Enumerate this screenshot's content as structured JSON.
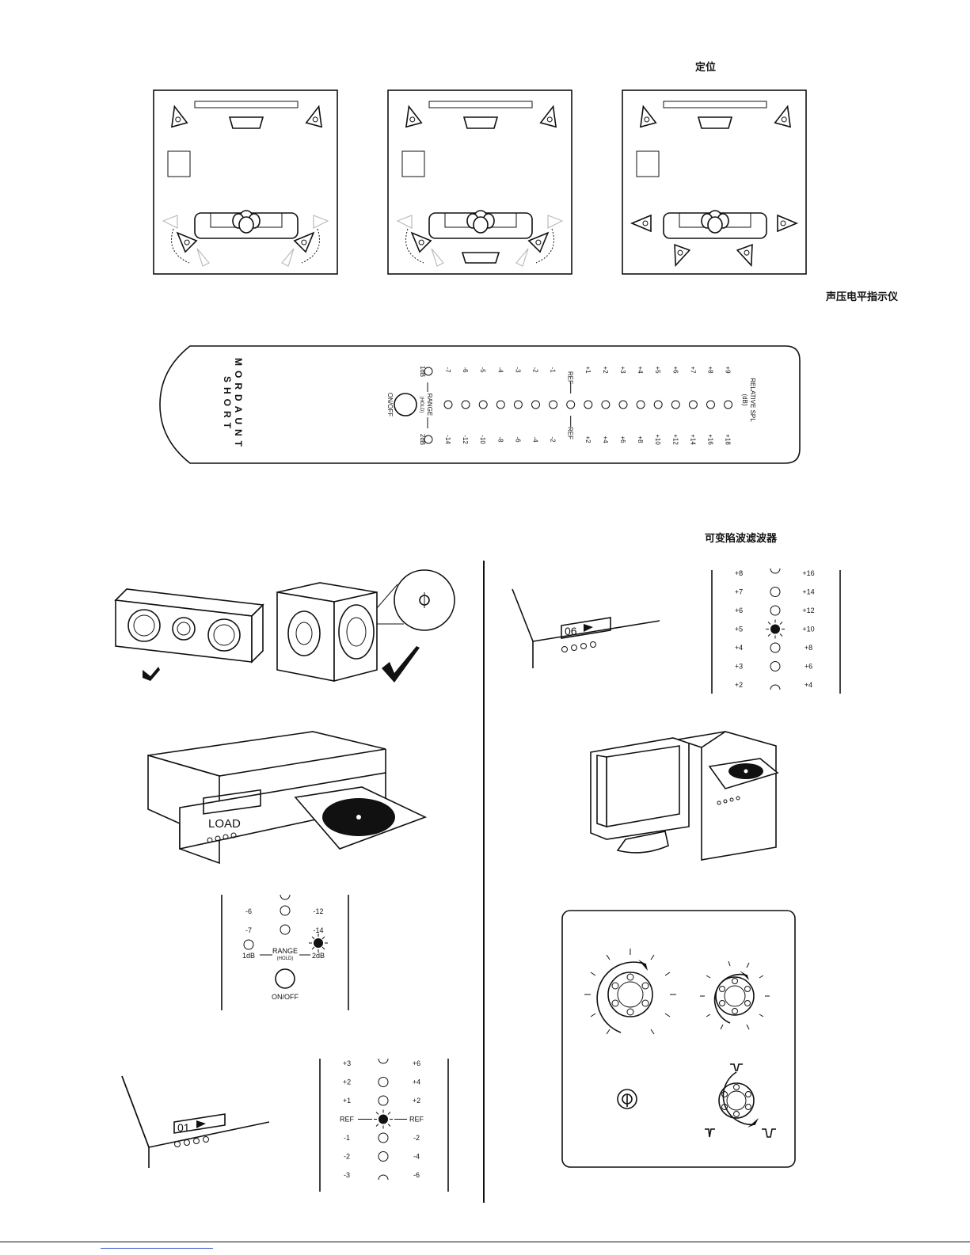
{
  "headings": {
    "positioning": "定位",
    "spl_meter": "声压电平指示仪",
    "notch_filter": "可变陷波滤波器"
  },
  "meter": {
    "brand_line1": "MORDAUNT",
    "brand_line2": "SHORT",
    "onoff": "ON/OFF",
    "range": "RANGE",
    "hold": "(HOLD)",
    "left_top": "1dB",
    "left_bottom": "2dB",
    "relative": "RELATIVE SPL",
    "db": "(dB)",
    "top_scale": [
      "-7",
      "-6",
      "-5",
      "-4",
      "-3",
      "-2",
      "-1",
      "REF",
      "+1",
      "+2",
      "+3",
      "+4",
      "+5",
      "+6",
      "+7",
      "+8",
      "+9"
    ],
    "bottom_scale": [
      "-14",
      "-12",
      "-10",
      "-8",
      "-6",
      "-4",
      "-2",
      "REF",
      "+2",
      "+4",
      "+6",
      "+8",
      "+10",
      "+12",
      "+14",
      "+16",
      "+18"
    ]
  },
  "displays": {
    "load": "LOAD",
    "track06": "06",
    "track01": "01"
  },
  "scale_high": {
    "left": [
      "+8",
      "+7",
      "+6",
      "+5",
      "+4",
      "+3",
      "+2"
    ],
    "right": [
      "+16",
      "+14",
      "+12",
      "+10",
      "+8",
      "+6",
      "+4"
    ],
    "lit_index": 3
  },
  "scale_ref": {
    "left": [
      "+3",
      "+2",
      "+1",
      "REF",
      "-1",
      "-2",
      "-3"
    ],
    "right": [
      "+6",
      "+4",
      "+2",
      "REF",
      "-2",
      "-4",
      "-6"
    ],
    "lit_index": 3
  },
  "range_detail": {
    "left": [
      "-6",
      "-7"
    ],
    "right": [
      "-12",
      "-14"
    ],
    "left_end": "1dB",
    "right_end": "2dB",
    "range": "RANGE",
    "hold": "(HOLD)",
    "onoff": "ON/OFF"
  }
}
